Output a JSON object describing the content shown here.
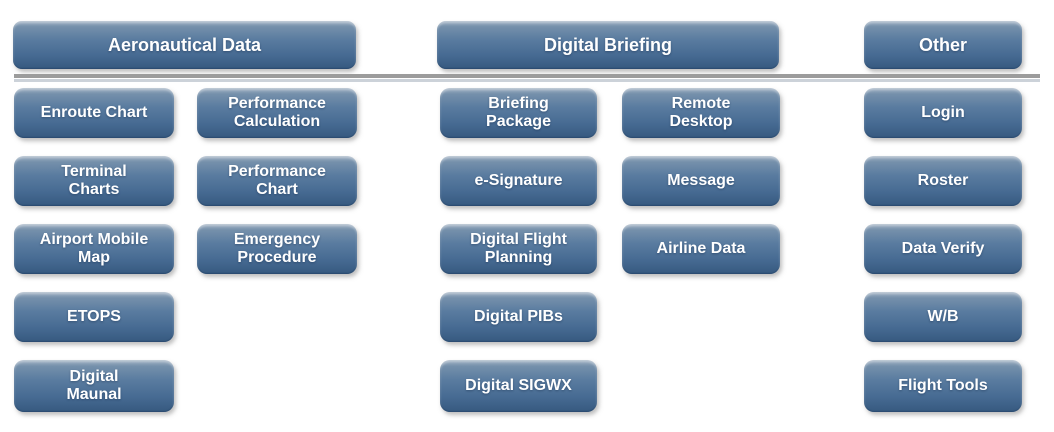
{
  "sections": [
    {
      "header": "Aeronautical Data",
      "columns": [
        {
          "items": [
            "Enroute Chart",
            "Terminal\nCharts",
            "Airport Mobile\nMap",
            "ETOPS",
            "Digital\nMaunal"
          ]
        },
        {
          "items": [
            "Performance\nCalculation",
            "Performance\nChart",
            "Emergency\nProcedure"
          ]
        }
      ]
    },
    {
      "header": "Digital Briefing",
      "columns": [
        {
          "items": [
            "Briefing\nPackage",
            "e-Signature",
            "Digital Flight\nPlanning",
            "Digital PIBs",
            "Digital SIGWX"
          ]
        },
        {
          "items": [
            "Remote\nDesktop",
            "Message",
            "Airline Data"
          ]
        }
      ]
    },
    {
      "header": "Other",
      "columns": [
        {
          "items": [
            "Login",
            "Roster",
            "Data Verify",
            "W/B",
            "Flight Tools"
          ]
        }
      ]
    }
  ],
  "colors": {
    "button_gradient_top": "#7590ab",
    "button_gradient_bottom": "#36597f",
    "button_text": "#ffffff",
    "divider_dark": "#9c9c9c",
    "divider_light": "#ccd2d9",
    "background": "#ffffff"
  }
}
